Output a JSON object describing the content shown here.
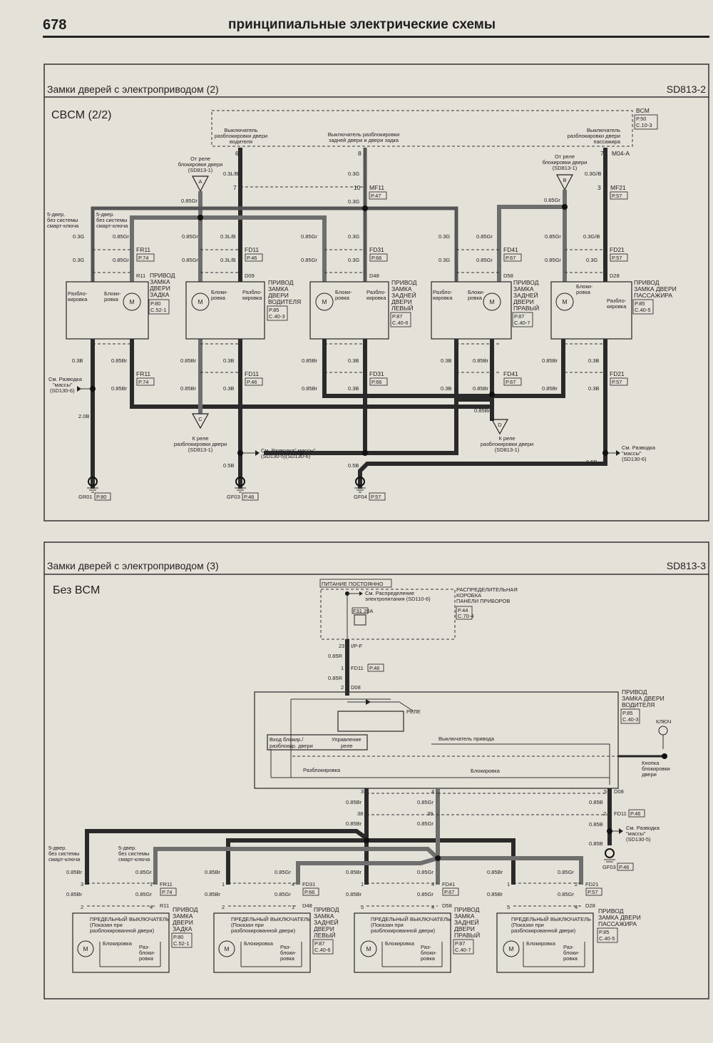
{
  "page": {
    "number": "678",
    "title": "принципиальные электрические схемы"
  },
  "section1": {
    "title": "Замки дверей с электроприводом (2)",
    "code": "SD813-2",
    "subtitle": "CBCM (2/2)",
    "bcm": {
      "label": "BCM",
      "ref1": "P.50",
      "ref2": "C.10-3"
    },
    "switches": [
      {
        "text1": "Выключатель",
        "text2": "разблокировки двери",
        "text3": "водителя",
        "pin": "6"
      },
      {
        "text1": "Выключатель разблокировки",
        "text2": "задней двери и двери задка",
        "text3": "",
        "pin": "8"
      },
      {
        "text1": "Выключатель",
        "text2": "разблокировки двери",
        "text3": "пассажира",
        "pin": "7",
        "connector": "M04-A"
      }
    ],
    "relay_refs": [
      {
        "letter": "A",
        "text1": "От реле",
        "text2": "блокировки двери",
        "text3": "(SD813-1)"
      },
      {
        "letter": "B",
        "text1": "От реле",
        "text2": "блокировки двери",
        "text3": "(SD813-1)"
      },
      {
        "letter": "C",
        "text1": "К реле",
        "text2": "разблокировки двери",
        "text3": "(SD813-1)"
      },
      {
        "letter": "D",
        "text1": "К реле",
        "text2": "разблокировки двери",
        "text3": "(SD813-1)"
      }
    ],
    "note_5door": [
      "5-двер.",
      "без системы",
      "смарт-ключа"
    ],
    "connectors": {
      "MF11": {
        "name": "MF11",
        "page": "P.47",
        "pin_top": "7",
        "pin_b": "10"
      },
      "MF21": {
        "name": "MF21",
        "page": "P.57",
        "pin": "3"
      },
      "FR11": {
        "name": "FR11",
        "page": "P.74"
      },
      "FD11": {
        "name": "FD11",
        "page": "P.46"
      },
      "FD31": {
        "name": "FD31",
        "page": "P.66"
      },
      "FD41": {
        "name": "FD41",
        "page": "P.67"
      },
      "FD21": {
        "name": "FD21",
        "page": "P.57"
      }
    },
    "wires": {
      "w03G": "0.3G",
      "w085Gr": "0.85Gr",
      "w03LB": "0.3L/B",
      "w03GB": "0.3G/B",
      "w03B": "0.3B",
      "w085Br": "0.85Br",
      "w20B": "2.0B",
      "w05B": "0.5B"
    },
    "actuators": [
      {
        "name": [
          "ПРИВОД",
          "ЗАМКА",
          "ДВЕРИ",
          "ЗАДКА"
        ],
        "ref1": "P.80",
        "ref2": "C.52-1",
        "conn": "R11",
        "sw1": [
          "Разбло-",
          "кировка"
        ],
        "sw2": [
          "Блоки-",
          "ровка"
        ]
      },
      {
        "name": [
          "ПРИВОД",
          "ЗАМКА",
          "ДВЕРИ",
          "ВОДИТЕЛЯ"
        ],
        "ref1": "P.85",
        "ref2": "C.40-3",
        "conn": "D09",
        "sw1": [
          "Блоки-",
          "ровка"
        ],
        "sw2": [
          "Разбло-",
          "кировка"
        ]
      },
      {
        "name": [
          "ПРИВОД",
          "ЗАМКА",
          "ЗАДНЕЙ",
          "ДВЕРИ",
          "ЛЕВЫЙ"
        ],
        "ref1": "P.87",
        "ref2": "C.40-6",
        "conn": "D48",
        "sw1": [
          "Блоки-",
          "ровка"
        ],
        "sw2": [
          "Разбло-",
          "кировка"
        ]
      },
      {
        "name": [
          "ПРИВОД",
          "ЗАМКА",
          "ЗАДНЕЙ",
          "ДВЕРИ",
          "ПРАВЫЙ"
        ],
        "ref1": "P.87",
        "ref2": "C.40-7",
        "conn": "D58",
        "sw1": [
          "Разбло-",
          "кировка"
        ],
        "sw2": [
          "Блоки-",
          "ровка"
        ]
      },
      {
        "name": [
          "ПРИВОД",
          "ЗАМКА ДВЕРИ",
          "ПАССАЖИРА"
        ],
        "ref1": "P.85",
        "ref2": "C.40-5",
        "conn": "D28",
        "sw1": [
          "Блоки-",
          "ровка"
        ],
        "sw2": [
          "Разбло-",
          "кировка"
        ]
      }
    ],
    "motor": "M",
    "ground_refs": [
      {
        "text1": "См. Разводка",
        "text2": "\"массы\"",
        "text3": "(SD130-6)"
      },
      {
        "text1": "См. Разводка\" массы\"",
        "text2": "(SD130-5)(SD130-6)",
        "text3": ""
      },
      {
        "text1": "См. Разводка",
        "text2": "\"массы\"",
        "text3": "(SD130-6)"
      }
    ],
    "grounds": [
      {
        "name": "GR01",
        "page": "P.80"
      },
      {
        "name": "GF03",
        "page": "P.46"
      },
      {
        "name": "GF04",
        "page": "P.57"
      }
    ]
  },
  "section2": {
    "title": "Замки дверей с электроприводом (3)",
    "code": "SD813-3",
    "subtitle": "Без BCM",
    "power": "ПИТАНИЕ ПОСТОЯННО",
    "power_ref": [
      "См. Распределение",
      "электропитания (SD110-6)"
    ],
    "fuse": "F31 20A",
    "junction": {
      "text": [
        "РАСПРЕДЕЛИТЕЛЬНАЯ",
        "КОРОБКА",
        "ПАНЕЛИ ПРИБОРОВ"
      ],
      "ref1": "P.44",
      "ref2": "C.70-4"
    },
    "ipf": {
      "pin": "23",
      "name": "I/P-F"
    },
    "fd11_top": {
      "pin": "1",
      "name": "FD11",
      "page": "P.46"
    },
    "d08_top": {
      "pin": "2",
      "name": "D08"
    },
    "driver": {
      "name": [
        "ПРИВОД",
        "ЗАМКА ДВЕРИ",
        "ВОДИТЕЛЯ"
      ],
      "ref1": "P.85",
      "ref2": "C.40-3"
    },
    "relay": "РЕЛЕ",
    "input_box": [
      "Вход блокир./",
      "разблокир. двери"
    ],
    "control": [
      "Управление",
      "реле"
    ],
    "actuator_switch": "Выключатель привода",
    "unlock": "Разблокировка",
    "lock": "Блокировка",
    "key": "КЛЮЧ",
    "key_button": [
      "Кнопка",
      "блокировки",
      "двери"
    ],
    "d08_pins": {
      "p3": "3",
      "p4": "4",
      "p5": "5",
      "name": "D08"
    },
    "mid_pins": {
      "p38": "38",
      "p39": "39"
    },
    "fd11_bottom": {
      "pin": "2",
      "name": "FD11",
      "page": "P.46"
    },
    "ground_ref": [
      "См. Разводка",
      "\"массы\"",
      "(SD130-5)"
    ],
    "ground": {
      "name": "GF03",
      "page": "P.46"
    },
    "wires": {
      "w085R": "0.85R",
      "w085Br": "0.85Br",
      "w085Gr": "0.85Gr",
      "w085B": "0.85B"
    },
    "note_5door": [
      "5-двер.",
      "без системы",
      "смарт-ключа"
    ],
    "limit_switch": [
      "ПРЕДЕЛЬНЫЙ ВЫКЛЮЧАТЕЛЬ",
      "(Показан при",
      "разблокированной двери)"
    ],
    "lock_label": "Блокировка",
    "unlock_label": [
      "Раз-",
      "блоки-",
      "ровка"
    ],
    "actuators": [
      {
        "name": [
          "ПРИВОД",
          "ЗАМКА",
          "ДВЕРИ",
          "ЗАДКА"
        ],
        "ref1": "P.80",
        "ref2": "C.52-1",
        "conn": "FR11",
        "page": "P.74",
        "conn2": "R11",
        "pins_top": [
          "3",
          "1"
        ],
        "pins_bot": [
          "2",
          "4"
        ]
      },
      {
        "name": [
          "ПРИВОД",
          "ЗАМКА",
          "ЗАДНЕЙ",
          "ДВЕРИ",
          "ЛЕВЫЙ"
        ],
        "ref1": "P.87",
        "ref2": "C.40-6",
        "conn": "FD31",
        "page": "P.66",
        "conn2": "D48",
        "pins_top": [
          "1",
          "4"
        ],
        "pins_bot": [
          "2",
          "1"
        ]
      },
      {
        "name": [
          "ПРИВОД",
          "ЗАМКА",
          "ЗАДНЕЙ",
          "ДВЕРИ",
          "ПРАВЫЙ"
        ],
        "ref1": "P.87",
        "ref2": "C.40-7",
        "conn": "FD41",
        "page": "P.67",
        "conn2": "D58",
        "pins_top": [
          "1",
          "4"
        ],
        "pins_bot": [
          "5",
          "4"
        ]
      },
      {
        "name": [
          "ПРИВОД",
          "ЗАМКА ДВЕРИ",
          "ПАССАЖИРА"
        ],
        "ref1": "P.85",
        "ref2": "C.40-5",
        "conn": "FD21",
        "page": "P.57",
        "conn2": "D28",
        "pins_top": [
          "1",
          "2"
        ],
        "pins_bot": [
          "5",
          "4"
        ]
      }
    ]
  }
}
